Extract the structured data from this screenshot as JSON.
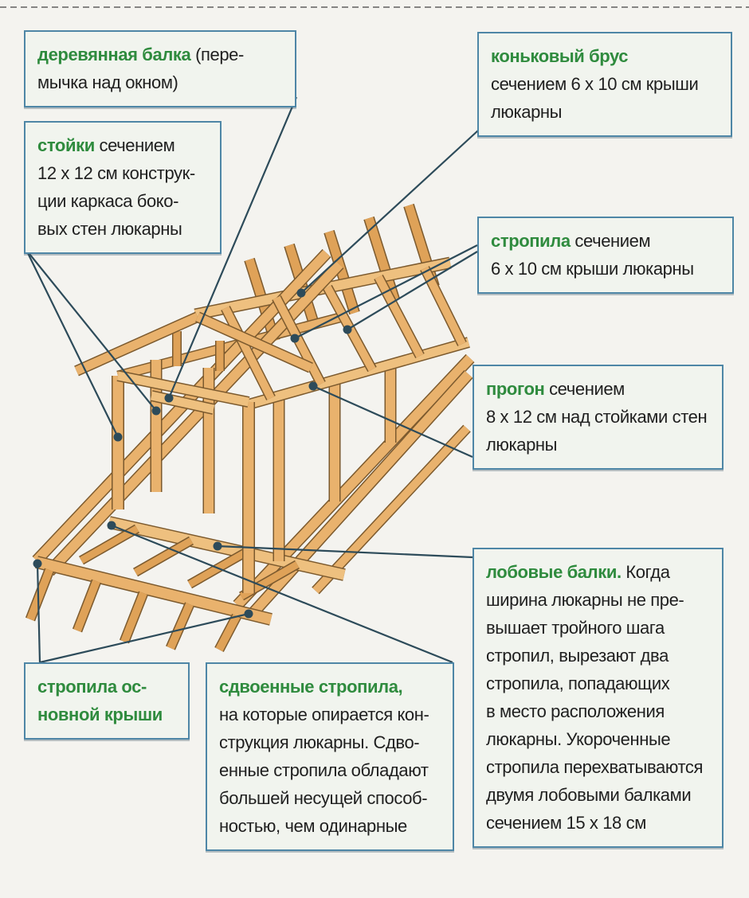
{
  "colors": {
    "background": "#f4f3ef",
    "callout_bg": "#f1f4ee",
    "callout_border": "#4e86a6",
    "term_green": "#2f8b3e",
    "text_black": "#1f1f1f",
    "leader": "#2d4b5a",
    "wood_fill": "#e9b26d",
    "wood_outline": "#7c5a2e"
  },
  "callouts": [
    {
      "id": "wooden-beam",
      "term": "деревянная балка",
      "text": " (пере-\nмычка над окном)"
    },
    {
      "id": "posts",
      "term": "стойки",
      "text": " сечением\n12 х 12 см конструк-\nции каркаса боко-\nвых стен люкарны"
    },
    {
      "id": "ridge-beam",
      "term": "коньковый брус",
      "text": "\nсечением 6 х 10 см крыши\nлюкарны"
    },
    {
      "id": "dormer-rafters",
      "term": "стропила",
      "text": " сечением\n6 х 10 см крыши люкарны"
    },
    {
      "id": "purlin",
      "term": "прогон",
      "text": " сечением\n8 х 12 см над стойками стен\nлюкарны"
    },
    {
      "id": "header-beams",
      "term": "лобовые балки.",
      "text": " Когда\nширина люкарны не пре-\nвышает тройного шага\nстропил, вырезают два\nстропила, попадающих\nв место расположения\nлюкарны. Укороченные\nстропила перехватываются\nдвумя лобовыми балками\nсечением 15 х 18 см"
    },
    {
      "id": "main-roof-rafters",
      "term": "стропила ос-\nновной крыши",
      "text": ""
    },
    {
      "id": "doubled-rafters",
      "term": "сдвоенные стропила,",
      "text": "\nна которые опирается кон-\nструкция люкарны. Сдво-\nенные стропила обладают\nбольшей несущей способ-\nностью, чем одинарные"
    }
  ]
}
